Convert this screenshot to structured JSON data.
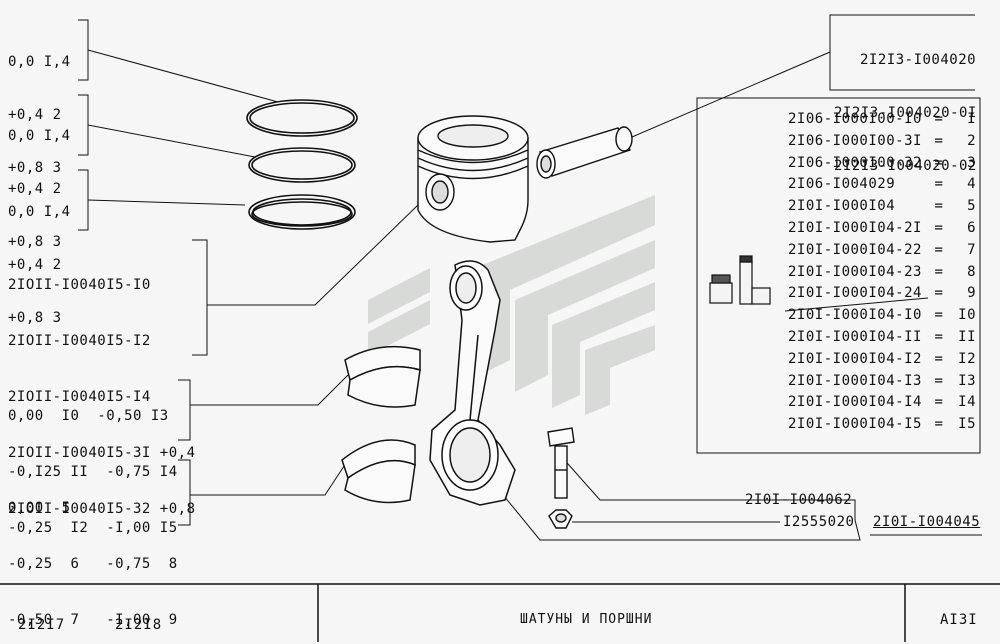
{
  "ring_sets": [
    {
      "lines": [
        "0,0 I,4",
        "+0,4 2",
        "+0,8 3"
      ]
    },
    {
      "lines": [
        "0,0 I,4",
        "+0,4 2",
        "+0,8 3"
      ]
    },
    {
      "lines": [
        "0,0 I,4",
        "+0,4 2",
        "+0,8 3"
      ]
    }
  ],
  "piston_codes": [
    "2IOII-I0040I5-I0",
    "2IOII-I0040I5-I2",
    "2IOII-I0040I5-I4",
    "2IOII-I0040I5-3I +0,4",
    "2IOII-I0040I5-32 +0,8"
  ],
  "bearing_set_a": [
    "0,00  I0  -0,50 I3",
    "-0,I25 II  -0,75 I4",
    "-0,25  I2  -I,00 I5"
  ],
  "bearing_set_b": [
    "0,00  5",
    "-0,25  6   -0,75  8",
    "-0,50  7   -I,00  9"
  ],
  "pin_codes": [
    "2I2I3-I004020",
    "2I2I3-I004020-0I",
    "2I2I3-I004020-02"
  ],
  "kit_list": [
    {
      "code": "2I06-I000I00-I0",
      "sep": "=",
      "idx": "I"
    },
    {
      "code": "2I06-I000I00-3I",
      "sep": "=",
      "idx": "2"
    },
    {
      "code": "2I06-I000I00-32",
      "sep": "=",
      "idx": "3"
    },
    {
      "code": "2I06-I004029",
      "sep": "=",
      "idx": "4"
    },
    {
      "code": "2I0I-I000I04",
      "sep": "=",
      "idx": "5"
    },
    {
      "code": "2I0I-I000I04-2I",
      "sep": "=",
      "idx": "6"
    },
    {
      "code": "2I0I-I000I04-22",
      "sep": "=",
      "idx": "7"
    },
    {
      "code": "2I0I-I000I04-23",
      "sep": "=",
      "idx": "8"
    },
    {
      "code": "2I0I-I000I04-24",
      "sep": "=",
      "idx": "9"
    },
    {
      "code": "2I0I-I000I04-I0",
      "sep": "=",
      "idx": "I0"
    },
    {
      "code": "2I0I-I000I04-II",
      "sep": "=",
      "idx": "II"
    },
    {
      "code": "2I0I-I000I04-I2",
      "sep": "=",
      "idx": "I2"
    },
    {
      "code": "2I0I-I000I04-I3",
      "sep": "=",
      "idx": "I3"
    },
    {
      "code": "2I0I-I000I04-I4",
      "sep": "=",
      "idx": "I4"
    },
    {
      "code": "2I0I-I000I04-I5",
      "sep": "=",
      "idx": "I5"
    }
  ],
  "bolt_code": "2I0I-I004062",
  "nut_code": "I2555020",
  "rod_code": "2I0I-I004045",
  "footer": {
    "model_a": "2I2I7",
    "model_b": "2I2I8",
    "title": "ШАТУНЫ  И  ПОРШНИ",
    "page": "AI3I"
  }
}
